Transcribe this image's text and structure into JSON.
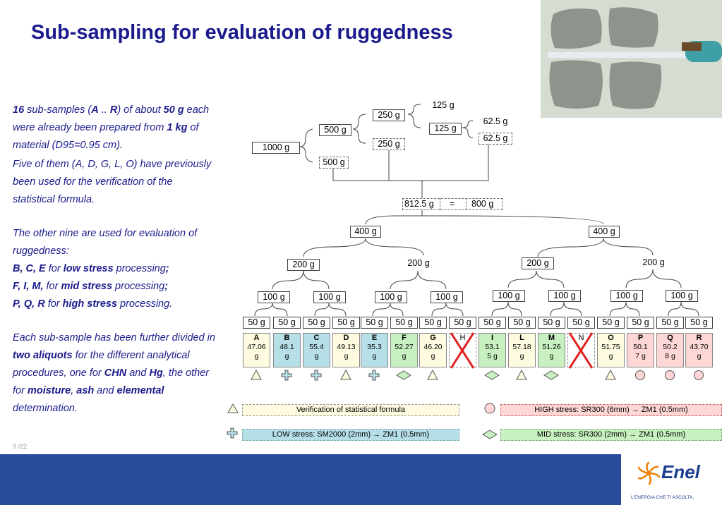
{
  "title": "Sub-sampling for evaluation of ruggedness",
  "left_text": {
    "p1_a": "16",
    "p1_b": " sub-samples (",
    "p1_c": "A",
    "p1_d": " .. ",
    "p1_e": "R",
    "p1_f": ") of about ",
    "p1_g": "50 g",
    "p1_h": " each were already been prepared from ",
    "p1_i": "1 kg",
    "p1_j": " of material (D95=0.95 cm).",
    "p2": "Five of them (A, D, G, L, O) have previously been used for the verification of the statistical formula.",
    "p3": "The other nine are used for evaluation of ruggedness:",
    "l1_a": "B, C, E",
    "l1_b": " for ",
    "l1_c": "low stress",
    "l1_d": "  processing",
    "l1_e": ";",
    "l2_a": "F, I, M,",
    "l2_b": " for ",
    "l2_c": "mid stress",
    "l2_d": " processing",
    "l2_e": ";",
    "l3_a": "P, Q, R",
    "l3_b": " for ",
    "l3_c": "high stress",
    "l3_d": " processing.",
    "p4_a": "Each sub-sample has been further divided in ",
    "p4_b": "two aliquots",
    "p4_c": " for the different analytical procedures, one for ",
    "p4_d": "CHN",
    "p4_e": " and ",
    "p4_f": "Hg",
    "p4_g": ", the other for ",
    "p4_h": "moisture",
    "p4_i": ", ",
    "p4_j": "ash",
    "p4_k": " and ",
    "p4_l": "elemental",
    "p4_m": " determination."
  },
  "page_number": "9 /22",
  "tree": {
    "root": "1000 g",
    "half_a": "500 g",
    "half_b": "500 g",
    "q_a": "250 g",
    "q_b": "250 g",
    "e_a": "125 g",
    "e_b": "125 g",
    "s_a": "62.5 g",
    "s_b": "62.5 g",
    "combined": "812.5 g",
    "equals": "=",
    "target": "800 g",
    "lvl400": [
      "400 g",
      "400 g"
    ],
    "lvl200": [
      "200 g",
      "200 g",
      "200 g",
      "200 g"
    ],
    "lvl100": [
      "100 g",
      "100 g",
      "100 g",
      "100 g",
      "100 g",
      "100 g",
      "100 g",
      "100 g"
    ],
    "lvl50": [
      "50 g",
      "50 g",
      "50 g",
      "50 g",
      "50 g",
      "50 g",
      "50 g",
      "50 g",
      "50 g",
      "50 g",
      "50 g",
      "50 g",
      "50 g",
      "50 g",
      "50 g",
      "50 g"
    ]
  },
  "samples": [
    {
      "letter": "A",
      "l1": "47.06",
      "l2": "g",
      "color": "#fffbe0",
      "shape": "triangle"
    },
    {
      "letter": "B",
      "l1": "48.1",
      "l2": "g",
      "color": "#b7dfe8",
      "shape": "cross"
    },
    {
      "letter": "C",
      "l1": "55.4",
      "l2": "g",
      "color": "#b7dfe8",
      "shape": "cross"
    },
    {
      "letter": "D",
      "l1": "49.13",
      "l2": "g",
      "color": "#fffbe0",
      "shape": "triangle"
    },
    {
      "letter": "E",
      "l1": "35.3",
      "l2": "g",
      "color": "#b7dfe8",
      "shape": "cross"
    },
    {
      "letter": "F",
      "l1": "52.27",
      "l2": "g",
      "color": "#c8f0c0",
      "shape": "diamond"
    },
    {
      "letter": "G",
      "l1": "46.20",
      "l2": "g",
      "color": "#fffbe0",
      "shape": "triangle"
    },
    {
      "letter": "H",
      "l1": "",
      "l2": "",
      "color": "#ffffff",
      "shape": "x"
    },
    {
      "letter": "I",
      "l1": "53.1",
      "l2": "5 g",
      "color": "#c8f0c0",
      "shape": "diamond"
    },
    {
      "letter": "L",
      "l1": "57.18",
      "l2": "g",
      "color": "#fffbe0",
      "shape": "triangle"
    },
    {
      "letter": "M",
      "l1": "51.26",
      "l2": "g",
      "color": "#c8f0c0",
      "shape": "diamond"
    },
    {
      "letter": "N",
      "l1": "",
      "l2": "",
      "color": "#ffffff",
      "shape": "x"
    },
    {
      "letter": "O",
      "l1": "51.75",
      "l2": "g",
      "color": "#fffbe0",
      "shape": "triangle"
    },
    {
      "letter": "P",
      "l1": "50.1",
      "l2": "7 g",
      "color": "#ffd6d6",
      "shape": "circle"
    },
    {
      "letter": "Q",
      "l1": "50.2",
      "l2": "8 g",
      "color": "#ffd6d6",
      "shape": "circle"
    },
    {
      "letter": "R",
      "l1": "43.70",
      "l2": "g",
      "color": "#ffd6d6",
      "shape": "circle"
    }
  ],
  "legend": {
    "verification": "Verification of statistical formula",
    "high": "HIGH stress: SR300 (6mm)  → ZM1 (0.5mm)",
    "low": "LOW stress: SM2000 (2mm)  → ZM1 (0.5mm)",
    "mid": "MID stress: SR300 (2mm)  → ZM1 (0.5mm)"
  },
  "logo": {
    "word": "Enel",
    "tagline": "L'ENERGIA CHE TI ASCOLTA."
  },
  "colors": {
    "title": "#1a1a8c",
    "footer": "#2a4b9b",
    "low": "#b7dfe8",
    "mid": "#c8f0c0",
    "high": "#ffd6d6",
    "verify": "#fffbe0",
    "logo_orange": "#f07d00",
    "reject": "#e02020"
  }
}
